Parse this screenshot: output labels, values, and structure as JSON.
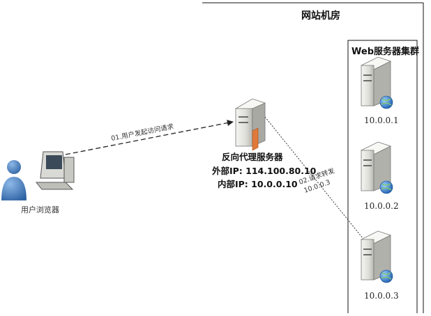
{
  "room": {
    "title": "网站机房"
  },
  "cluster": {
    "title": "Web服务器集群",
    "servers": [
      {
        "ip": "10.0.0.1"
      },
      {
        "ip": "10.0.0.2"
      },
      {
        "ip": "10.0.0.3"
      }
    ]
  },
  "proxy": {
    "name": "反向代理服务器",
    "external_ip": "外部IP: 114.100.80.10",
    "internal_ip": "内部IP: 10.0.0.10"
  },
  "user": {
    "label": "用户浏览器"
  },
  "edges": {
    "request": "01.用户发起访问请求",
    "forward_line1": "02.请求转发",
    "forward_line2": "10.0.0.3"
  },
  "colors": {
    "server_body": "#e8e8e4",
    "server_shade": "#b9b9b3",
    "person": "#4a7db8",
    "globe": "#2d6fc2",
    "proxy_accent": "#e07a3a"
  }
}
